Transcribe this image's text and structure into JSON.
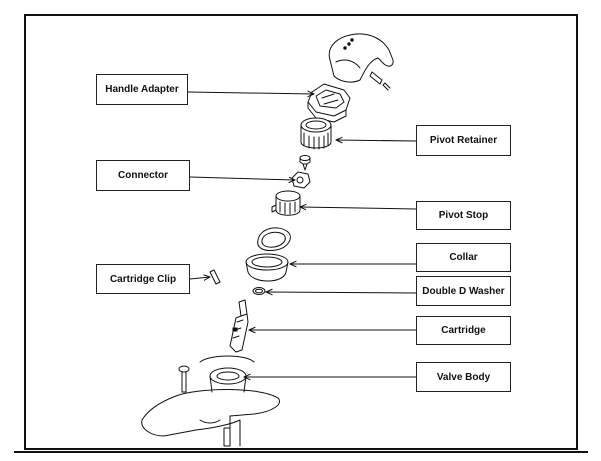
{
  "labels": {
    "handle_adapter": "Handle Adapter",
    "pivot_retainer": "Pivot Retainer",
    "connector": "Connector",
    "pivot_stop": "Pivot Stop",
    "collar": "Collar",
    "cartridge_clip": "Cartridge Clip",
    "double_d_washer": "Double D Washer",
    "cartridge": "Cartridge",
    "valve_body": "Valve Body"
  },
  "icons": {
    "handle": "faucet-handle-icon",
    "handle_screw": "set-screw-icon",
    "handle_adapter": "handle-adapter-icon",
    "pivot_retainer": "pivot-retainer-icon",
    "connector": "connector-screw-icon",
    "pivot_stop": "pivot-stop-icon",
    "collar": "collar-icon",
    "cartridge_clip": "cartridge-clip-icon",
    "double_d_washer": "double-d-washer-icon",
    "cartridge": "cartridge-icon",
    "valve_body": "valve-body-icon"
  },
  "colors": {
    "line": "#111111",
    "background": "#ffffff"
  }
}
